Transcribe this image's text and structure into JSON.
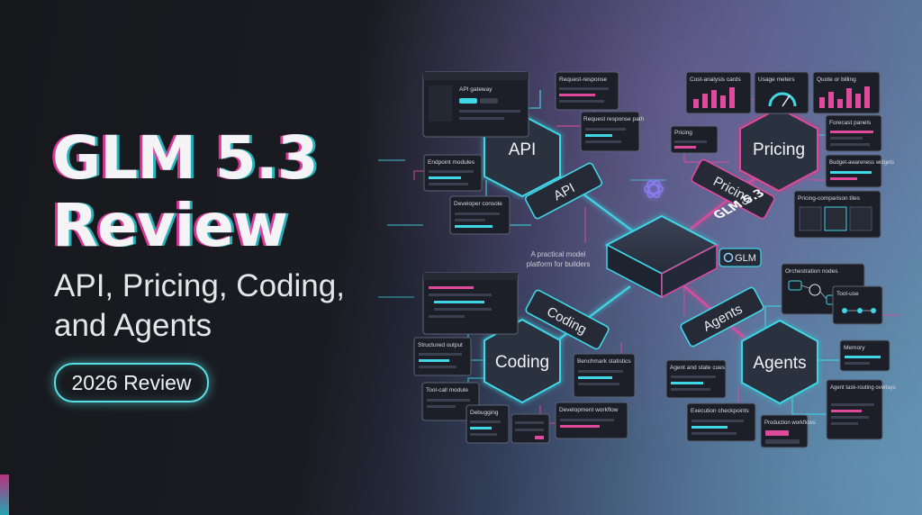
{
  "hero": {
    "title_line1": "GLM 5.3",
    "title_line2": "Review",
    "subtitle_line1": "API, Pricing, Coding,",
    "subtitle_line2": "and Agents",
    "badge": "2026 Review"
  },
  "colors": {
    "cyan": "#3fd6e6",
    "magenta": "#e04a9c",
    "panel": "#1c1f27",
    "hex": "#2b3140"
  },
  "center": {
    "label": "GLM 5.3",
    "tagline_line1": "A practical model",
    "tagline_line2": "platform for builders",
    "brand_chip": "GLM",
    "brand_icon": "openai-knot-icon",
    "chip_icon": "glm-logo-icon"
  },
  "hubs": {
    "api": "API",
    "pricing": "Pricing",
    "coding": "Coding",
    "agents": "Agents"
  },
  "spokes": {
    "api": "API",
    "pricing": "Pricing",
    "coding": "Coding",
    "agents": "Agents"
  },
  "cards": {
    "api_gateway": "API gateway",
    "request_response": "Request-response",
    "request_response_path": "Request response path",
    "endpoint_modules": "Endpoint modules",
    "developer_console": "Developer console",
    "cost_analysis": "Cost-analysis cards",
    "usage_meters": "Usage meters",
    "quote_billing": "Quote or billing",
    "forecast_panels": "Forecast panels",
    "budget_widgets": "Budget-awareness widgets",
    "pricing_tiles": "Pricing-comparison tiles",
    "pricing_small": "Pricing",
    "structured_output": "Structured output",
    "tool_call": "Tool-call module",
    "debugging": "Debugging",
    "benchmark": "Benchmark statistics",
    "dev_workflow": "Development workflow",
    "orchestration": "Orchestration nodes",
    "tool_use": "Tool-use",
    "memory": "Memory",
    "agent_state": "Agent and state cues",
    "agent_overlays": "Agent task-routing overlays",
    "exec_checkpoints": "Execution checkpoints",
    "production": "Production workflows"
  }
}
